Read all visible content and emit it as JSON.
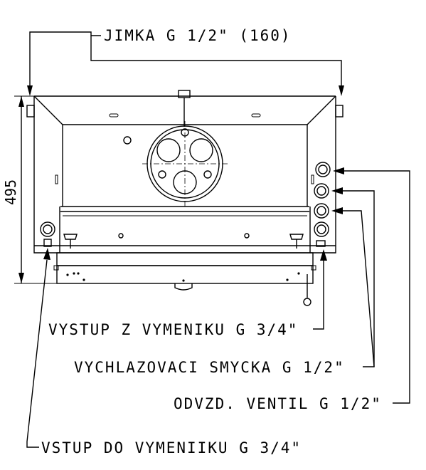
{
  "labels": {
    "top": "JIMKA G 1/2\" (160)",
    "dimension": "495",
    "exchanger_out": "VYSTUP Z VYMENIKU G 3/4\"",
    "cooling_loop": "VYCHLAZOVACI SMYCKA G 1/2\"",
    "vent_valve": "ODVZD. VENTIL G 1/2\"",
    "exchanger_in": "VSTUP DO VYMENIIKU G 3/4\""
  }
}
